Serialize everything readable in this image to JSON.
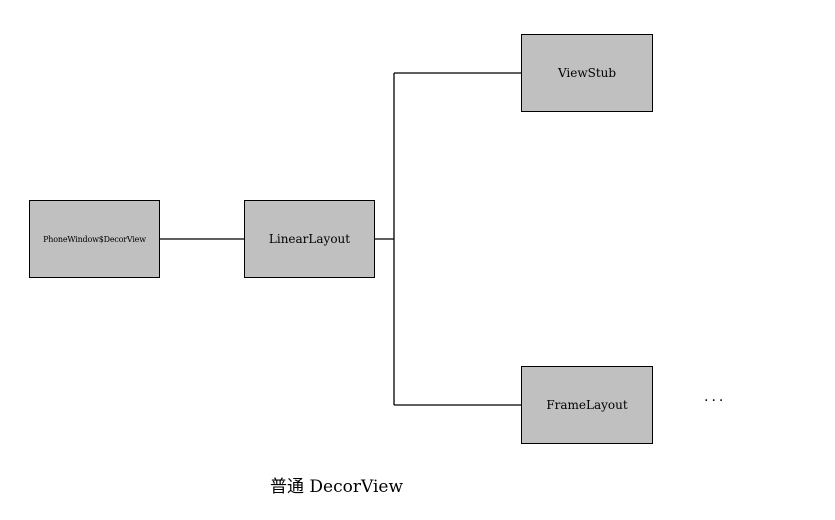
{
  "diagram": {
    "nodes": {
      "decor_view": "PhoneWindow$DecorView",
      "linear_layout": "LinearLayout",
      "view_stub": "ViewStub",
      "frame_layout": "FrameLayout"
    },
    "ellipsis": "...",
    "caption": "普通 DecorView",
    "colors": {
      "node_fill": "#c0c0c0",
      "stroke": "#000000"
    }
  }
}
